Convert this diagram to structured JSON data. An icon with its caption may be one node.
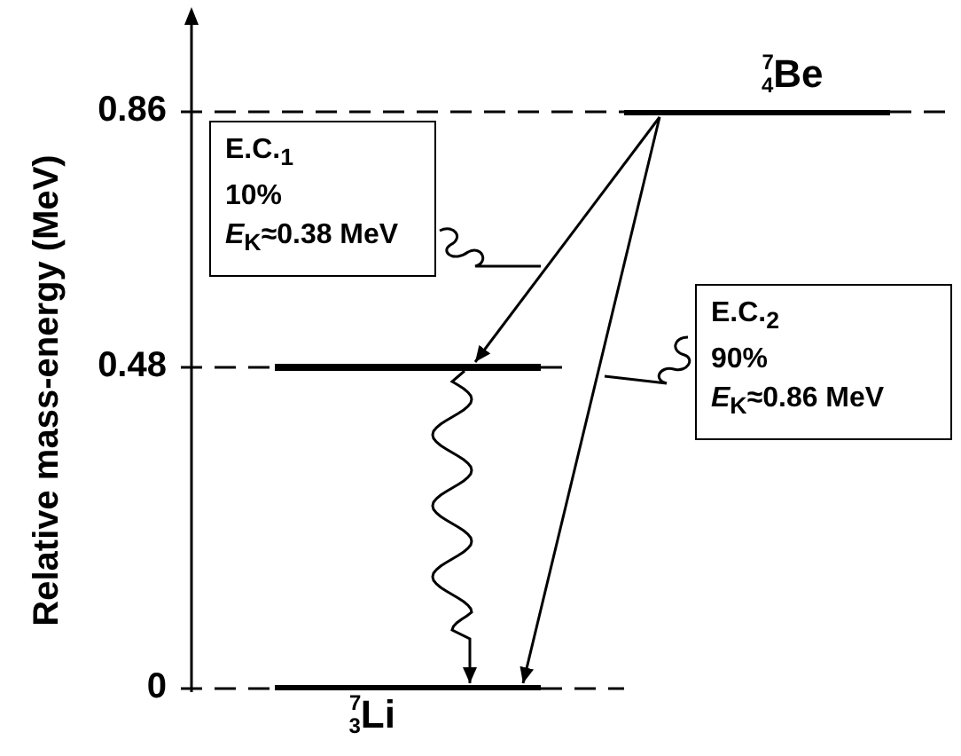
{
  "diagram": {
    "nodes": [
      {
        "text": [
          "$^{7}$$_{4}$Be"
        ]
      },
      {
        "text": [],
        "shape": "bar"
      },
      {
        "text": [
          "$^{7}$$_{3}$Li"
        ]
      },
      {
        "text": [
          "E.C.$_{1}$",
          "10%",
          "*E*$_{K}$≈0.38 MeV"
        ]
      },
      {
        "text": [
          "E.C.$_{2}$",
          "90%",
          "*E*$_{K}$≈0.86 MeV"
        ]
      }
    ],
    "edges": [
      {
        "from": 0,
        "to": 1,
        "arrow": "to"
      },
      {
        "from": 0,
        "to": 2,
        "arrow": "to"
      },
      {
        "from": 1,
        "to": 2,
        "arrow": "to"
      },
      {
        "from": 3,
        "to": null,
        "arrow": "none"
      },
      {
        "from": 4,
        "to": null,
        "arrow": "none"
      }
    ],
    "labels": [
      "0.86",
      "0.48",
      "0",
      "Relative mass-energy (MeV)"
    ]
  }
}
